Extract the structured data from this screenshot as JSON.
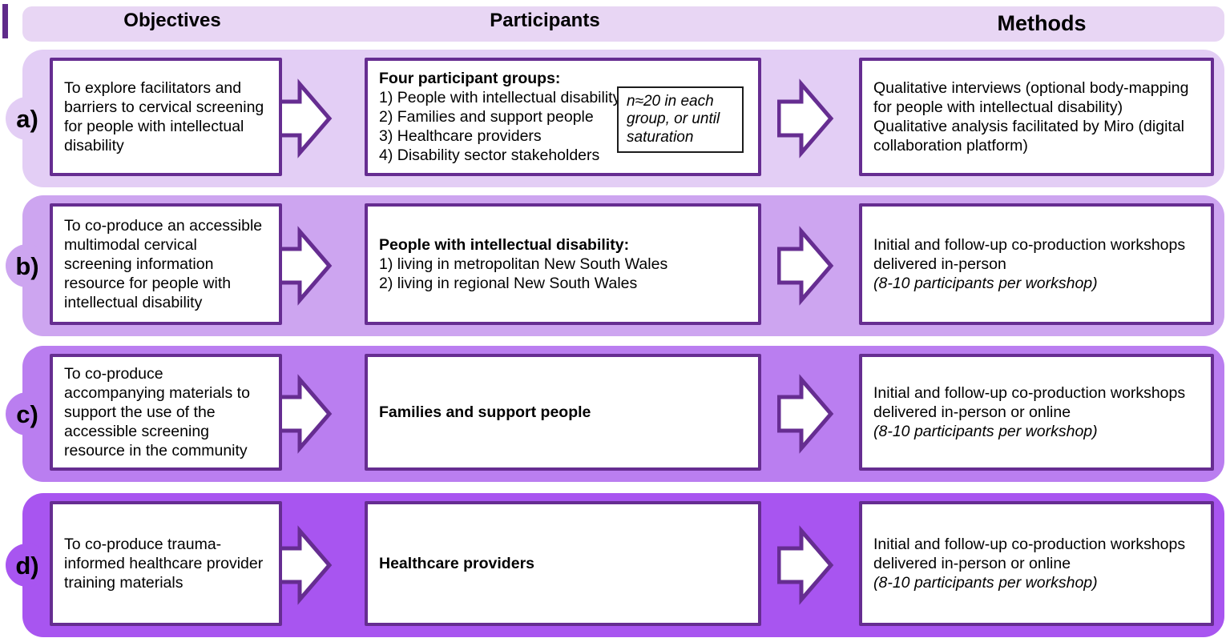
{
  "header": {
    "objectives": "Objectives",
    "participants": "Participants",
    "methods": "Methods"
  },
  "colors": {
    "box_border": "#662d91",
    "header_band": "#e8d6f4",
    "band_a": "#e3cef5",
    "band_b": "#cda5f0",
    "band_c": "#ba7ef0",
    "band_d": "#a855f0",
    "box_fill": "#ffffff",
    "text": "#000000"
  },
  "rows": [
    {
      "label": "a)",
      "objective": "To explore facilitators and barriers to cervical screening for people with intellectual disability",
      "participants": {
        "heading": "Four participant groups:",
        "items": [
          "1) People with intellectual disability",
          "2) Families and support people",
          "3) Healthcare providers",
          "4) Disability sector stakeholders"
        ],
        "note": "n≈20 in each group, or until saturation"
      },
      "methods": {
        "line1": "Qualitative interviews (optional body-mapping for people with intellectual disability)",
        "line2": "Qualitative analysis facilitated by Miro (digital collaboration platform)"
      }
    },
    {
      "label": "b)",
      "objective": "To co-produce an accessible multimodal cervical screening information resource for people with intellectual disability",
      "participants": {
        "heading": "People with intellectual disability:",
        "items": [
          "1) living in metropolitan New South Wales",
          "2) living in regional New South Wales"
        ]
      },
      "methods": {
        "line1": "Initial and follow-up co-production workshops delivered in-person",
        "note": "(8-10 participants per workshop)"
      }
    },
    {
      "label": "c)",
      "objective": "To co-produce accompanying materials to support the use of the accessible screening resource in the community",
      "participants": {
        "heading": "Families and support people"
      },
      "methods": {
        "line1": "Initial and follow-up co-production workshops delivered in-person or online",
        "note": "(8-10 participants per workshop)"
      }
    },
    {
      "label": "d)",
      "objective": "To co-produce trauma-informed healthcare provider training materials",
      "participants": {
        "heading": "Healthcare providers"
      },
      "methods": {
        "line1": "Initial and follow-up co-production workshops delivered in-person or online",
        "note": "(8-10 participants per workshop)"
      }
    }
  ]
}
